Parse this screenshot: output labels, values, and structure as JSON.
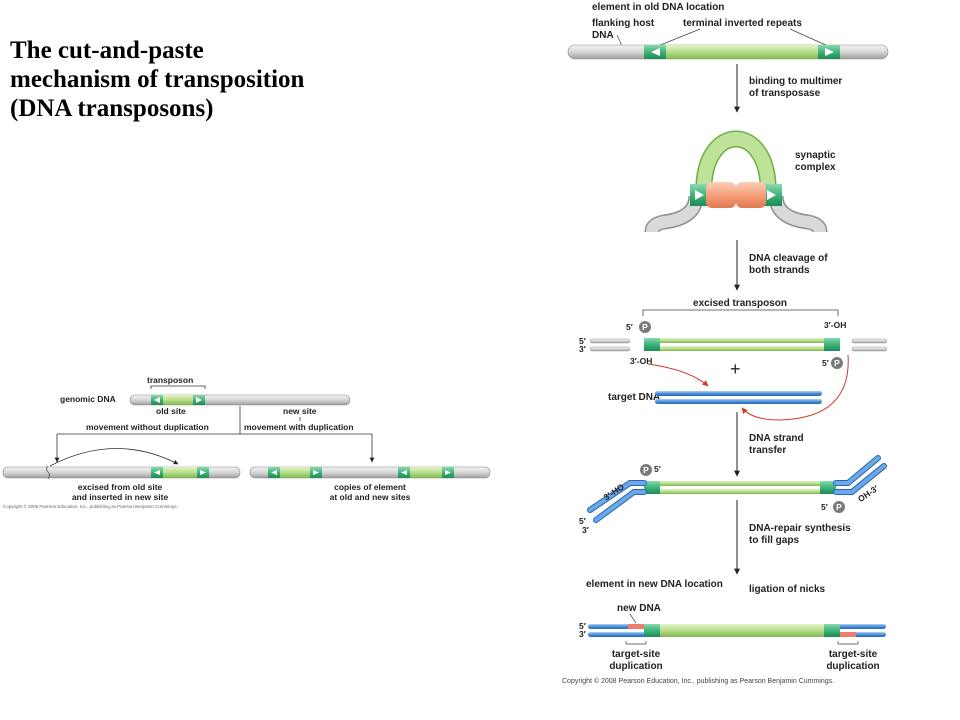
{
  "title": "The cut-and-paste\nmechanism of transposition\n(DNA transposons)",
  "left_panel": {
    "transposon": "transposon",
    "genomic_dna": "genomic DNA",
    "old_site": "old site",
    "new_site": "new site",
    "movement_without_duplication": "movement without duplication",
    "movement_with_duplication": "movement with duplication",
    "excised_line1": "excised from old site",
    "excised_line2": "and inserted in new site",
    "copies_line1": "copies of element",
    "copies_line2": "at old and new sites",
    "copyright": "Copyright © 2008 Pearson Education, Inc., publishing as Pearson Benjamin Cummings."
  },
  "right_panel": {
    "element_old": "element in old DNA location",
    "flanking_host_line1": "flanking host",
    "flanking_host_line2": "DNA",
    "terminal_inverted_repeats": "terminal inverted repeats",
    "binding_line1": "binding to multimer",
    "binding_line2": "of transposase",
    "synaptic_line1": "synaptic",
    "synaptic_line2": "complex",
    "cleavage_line1": "DNA cleavage of",
    "cleavage_line2": "both strands",
    "excised_transposon": "excised transposon",
    "five_prime": "5′",
    "three_prime": "3′",
    "three_oh": "3′-OH",
    "p": "P",
    "plus": "+",
    "target_dna": "target DNA",
    "strand_transfer_line1": "DNA strand",
    "strand_transfer_line2": "transfer",
    "ho_3": "3′-HO",
    "oh_3": "OH-3′",
    "repair_line1": "DNA-repair synthesis",
    "repair_line2": "to fill gaps",
    "element_new": "element in new DNA location",
    "ligation": "ligation of nicks",
    "new_dna": "new DNA",
    "tsd_line1": "target-site",
    "tsd_line2": "duplication",
    "copyright": "Copyright © 2008 Pearson Education, Inc., publishing as Pearson Benjamin Cummings."
  },
  "colors": {
    "transposon_green": "#b8de8a",
    "repeat_green": "#3db37a",
    "host_gray": "#d9d9d9",
    "target_blue": "#4a90d9",
    "transposase_salmon": "#f5a07a",
    "arrow_red": "#d23a2a",
    "new_dna_red": "#ef7b6a"
  }
}
